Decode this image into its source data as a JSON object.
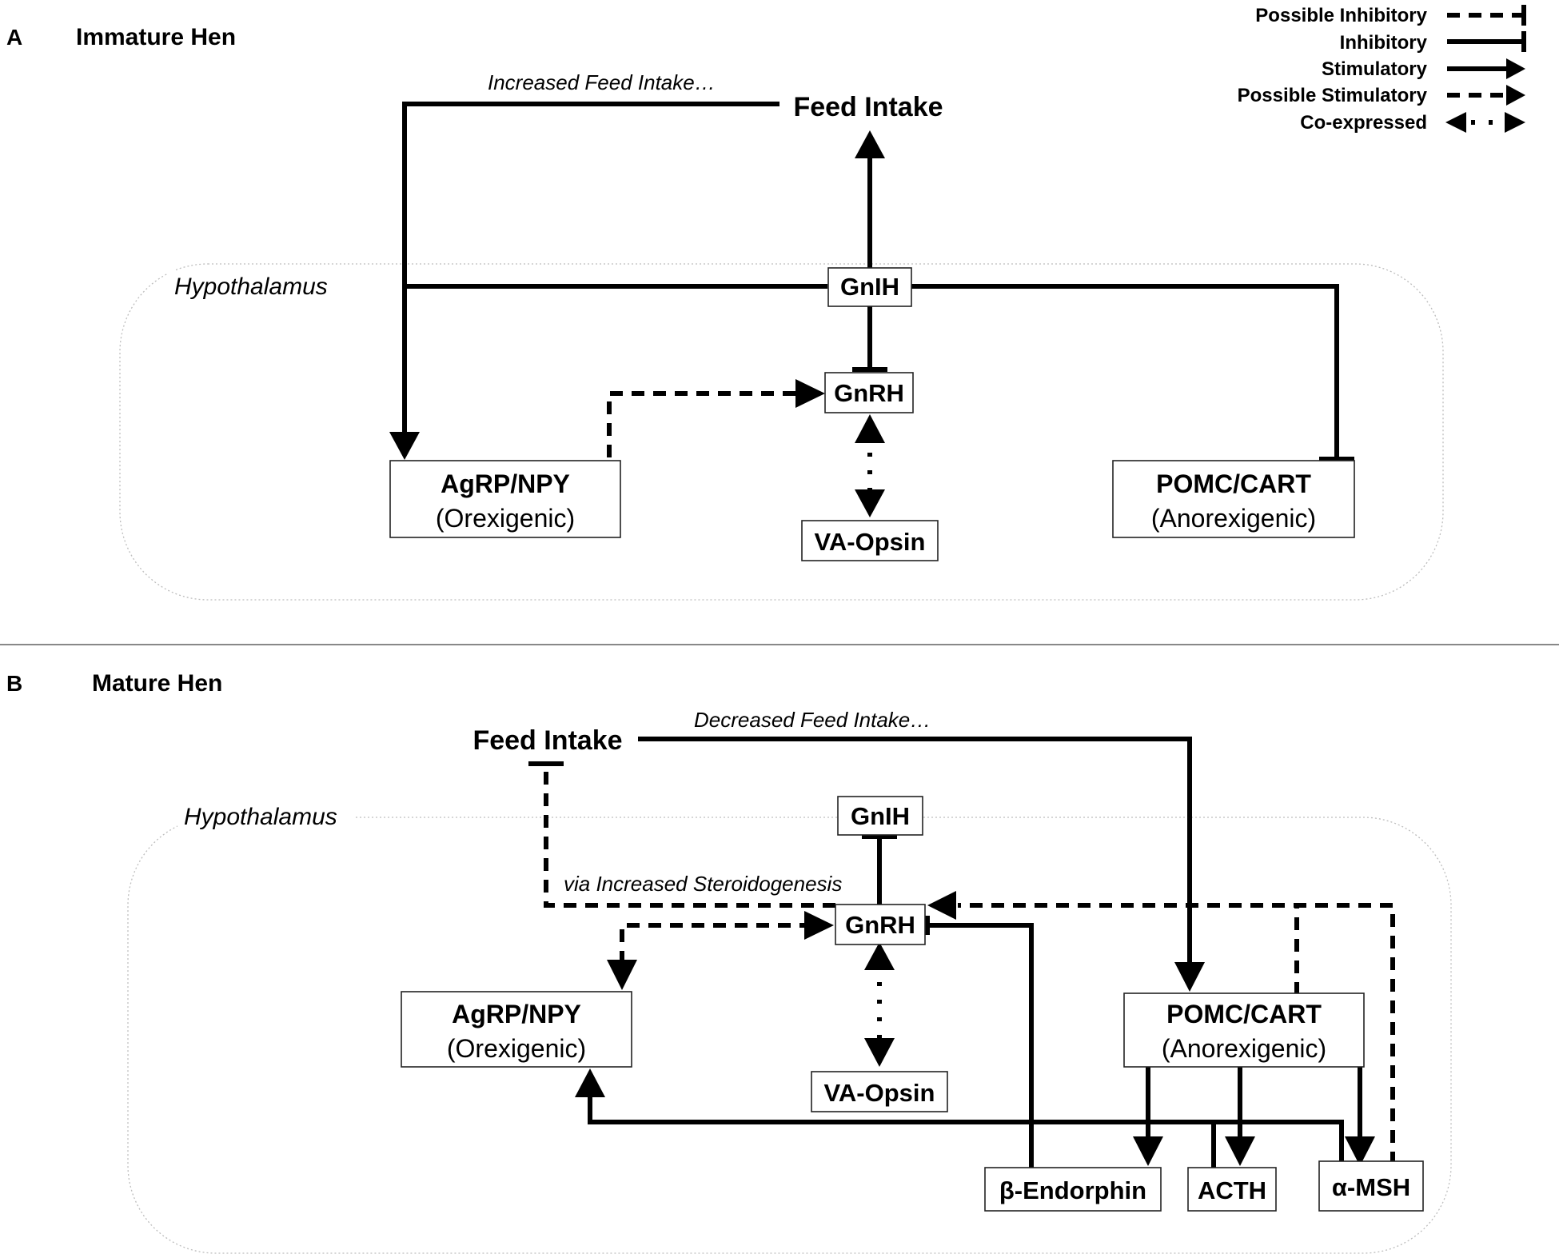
{
  "legend": {
    "possible_inhibitory": "Possible Inhibitory",
    "inhibitory": "Inhibitory",
    "stimulatory": "Stimulatory",
    "possible_stimulatory": "Possible Stimulatory",
    "co_expressed": "Co-expressed"
  },
  "panel_a": {
    "letter": "A",
    "title": "Immature Hen",
    "region_label": "Hypothalamus",
    "feed_intake": "Feed Intake",
    "feed_note": "Increased Feed Intake…",
    "gnih": "GnIH",
    "gnrh": "GnRH",
    "agrp_name": "AgRP/NPY",
    "agrp_desc": "(Orexigenic)",
    "pomc_name": "POMC/CART",
    "pomc_desc": "(Anorexigenic)",
    "va_opsin": "VA-Opsin"
  },
  "panel_b": {
    "letter": "B",
    "title": "Mature Hen",
    "region_label": "Hypothalamus",
    "feed_intake": "Feed Intake",
    "feed_note": "Decreased Feed Intake…",
    "steroid_note": "via Increased Steroidogenesis",
    "gnih": "GnIH",
    "gnrh": "GnRH",
    "agrp_name": "AgRP/NPY",
    "agrp_desc": "(Orexigenic)",
    "pomc_name": "POMC/CART",
    "pomc_desc": "(Anorexigenic)",
    "va_opsin": "VA-Opsin",
    "beta_endorphin": "β-Endorphin",
    "acth": "ACTH",
    "alpha_msh": "α-MSH"
  }
}
